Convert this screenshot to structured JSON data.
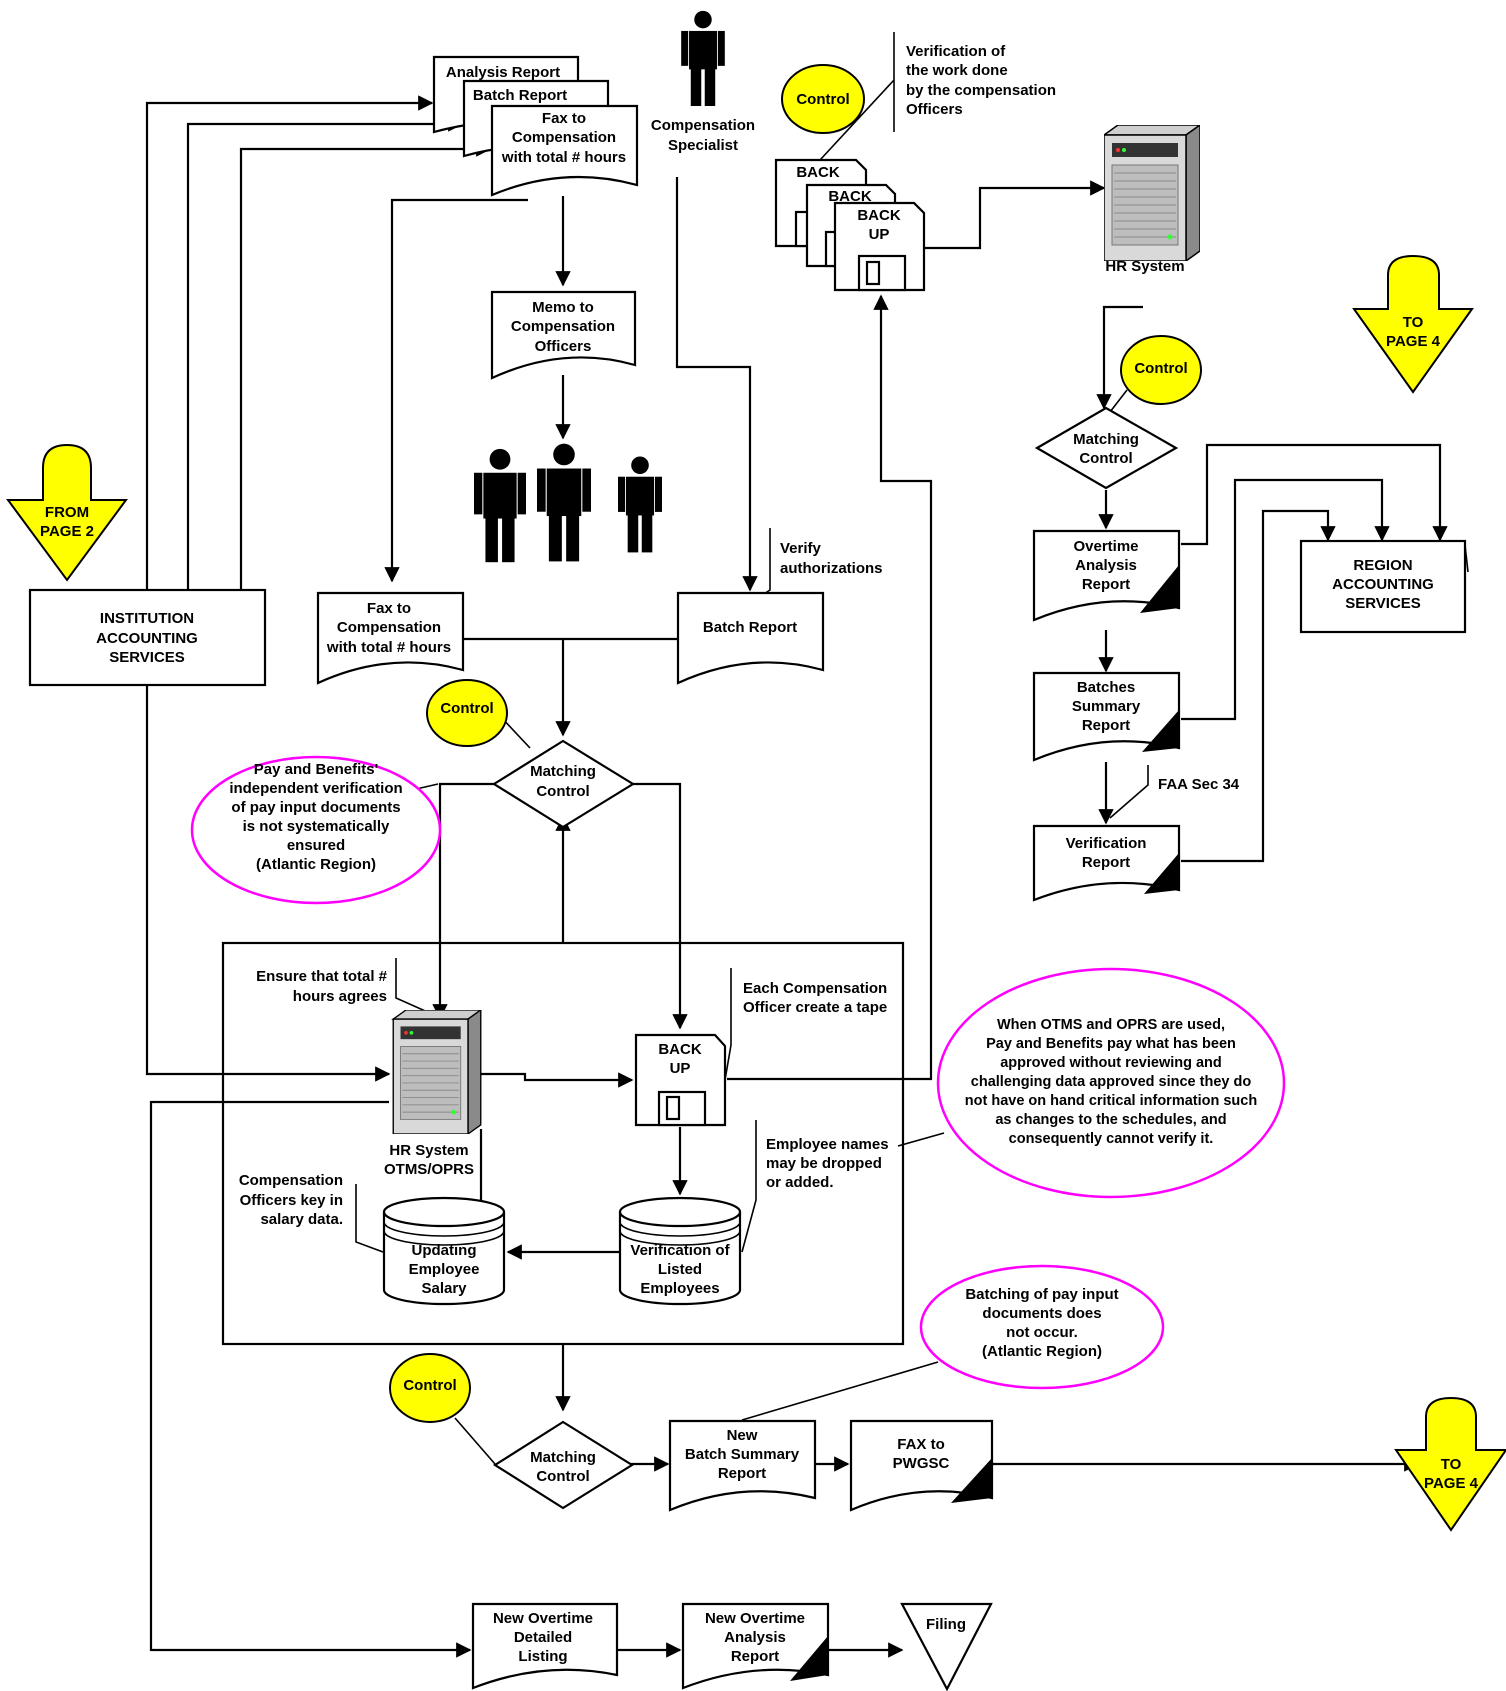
{
  "colors": {
    "control": "#ffff00",
    "note_border": "#ff00ff",
    "line": "#000000"
  },
  "icons": {
    "person": "person-icon",
    "server": "server-icon",
    "floppy": "floppy-disk-icon"
  },
  "labels": {
    "analysis_report": "Analysis  Report",
    "batch_report_top": "Batch Report",
    "fax_top": [
      "Fax to",
      "Compensation",
      "with total # hours"
    ],
    "comp_specialist": [
      "Compensation",
      "Specialist"
    ],
    "memo": [
      "Memo to",
      "Compensation",
      "Officers"
    ],
    "verify_auth": [
      "Verify",
      "authorizations"
    ],
    "batch_report_mid": "Batch Report",
    "fax_mid": [
      "Fax to",
      "Compensation",
      "with total # hours"
    ],
    "institution": [
      "INSTITUTION",
      "ACCOUNTING",
      "SERVICES"
    ],
    "from_page": [
      "FROM",
      "PAGE 2"
    ],
    "control": "Control",
    "matching": [
      "Matching",
      "Control"
    ],
    "pay_note": [
      "Pay and Benefits'",
      "independent verification",
      "of pay input documents",
      "is not systematically",
      "ensured",
      "(Atlantic Region)"
    ],
    "ensure_total": [
      "Ensure that total #",
      "hours agrees"
    ],
    "hr_otms": [
      "HR System",
      "OTMS/OPRS"
    ],
    "backup_letters": [
      "BACK",
      "UP"
    ],
    "back": "BACK",
    "each_officer": [
      "Each Compensation",
      "Officer create a tape"
    ],
    "comp_key": [
      "Compensation",
      "Officers key in",
      "salary data."
    ],
    "updating": [
      "Updating",
      "Employee",
      "Salary"
    ],
    "verif_listed": [
      "Verification of",
      "Listed",
      "Employees"
    ],
    "emp_names": [
      "Employee names",
      "may be dropped",
      "or added."
    ],
    "otms_note": [
      "When OTMS and OPRS are used,",
      "Pay and Benefits pay what has been",
      "approved without reviewing and",
      "challenging data approved since they do",
      "not have on hand critical information such",
      "as changes to the schedules, and",
      "consequently cannot verify it."
    ],
    "verif_work": [
      "Verification of",
      "the work done",
      "by the compensation",
      "Officers"
    ],
    "hr_system": "HR System",
    "to_page4": [
      "TO",
      "PAGE 4"
    ],
    "overtime_analysis": [
      "Overtime",
      "Analysis",
      "Report"
    ],
    "batches_summary": [
      "Batches",
      "Summary",
      "Report"
    ],
    "faa": "FAA Sec 34",
    "verification_report": [
      "Verification",
      "Report"
    ],
    "region": [
      "REGION",
      "ACCOUNTING",
      "SERVICES"
    ],
    "batching_note": [
      "Batching of pay input",
      "documents does",
      "not occur.",
      "(Atlantic Region)"
    ],
    "new_batch": [
      "New",
      "Batch Summary",
      "Report"
    ],
    "fax_pwgsc": [
      "FAX to",
      "PWGSC"
    ],
    "new_ot_detail": [
      "New Overtime",
      "Detailed",
      "Listing"
    ],
    "new_ot_analysis": [
      "New Overtime",
      "Analysis",
      "Report"
    ],
    "filing": "Filing"
  }
}
